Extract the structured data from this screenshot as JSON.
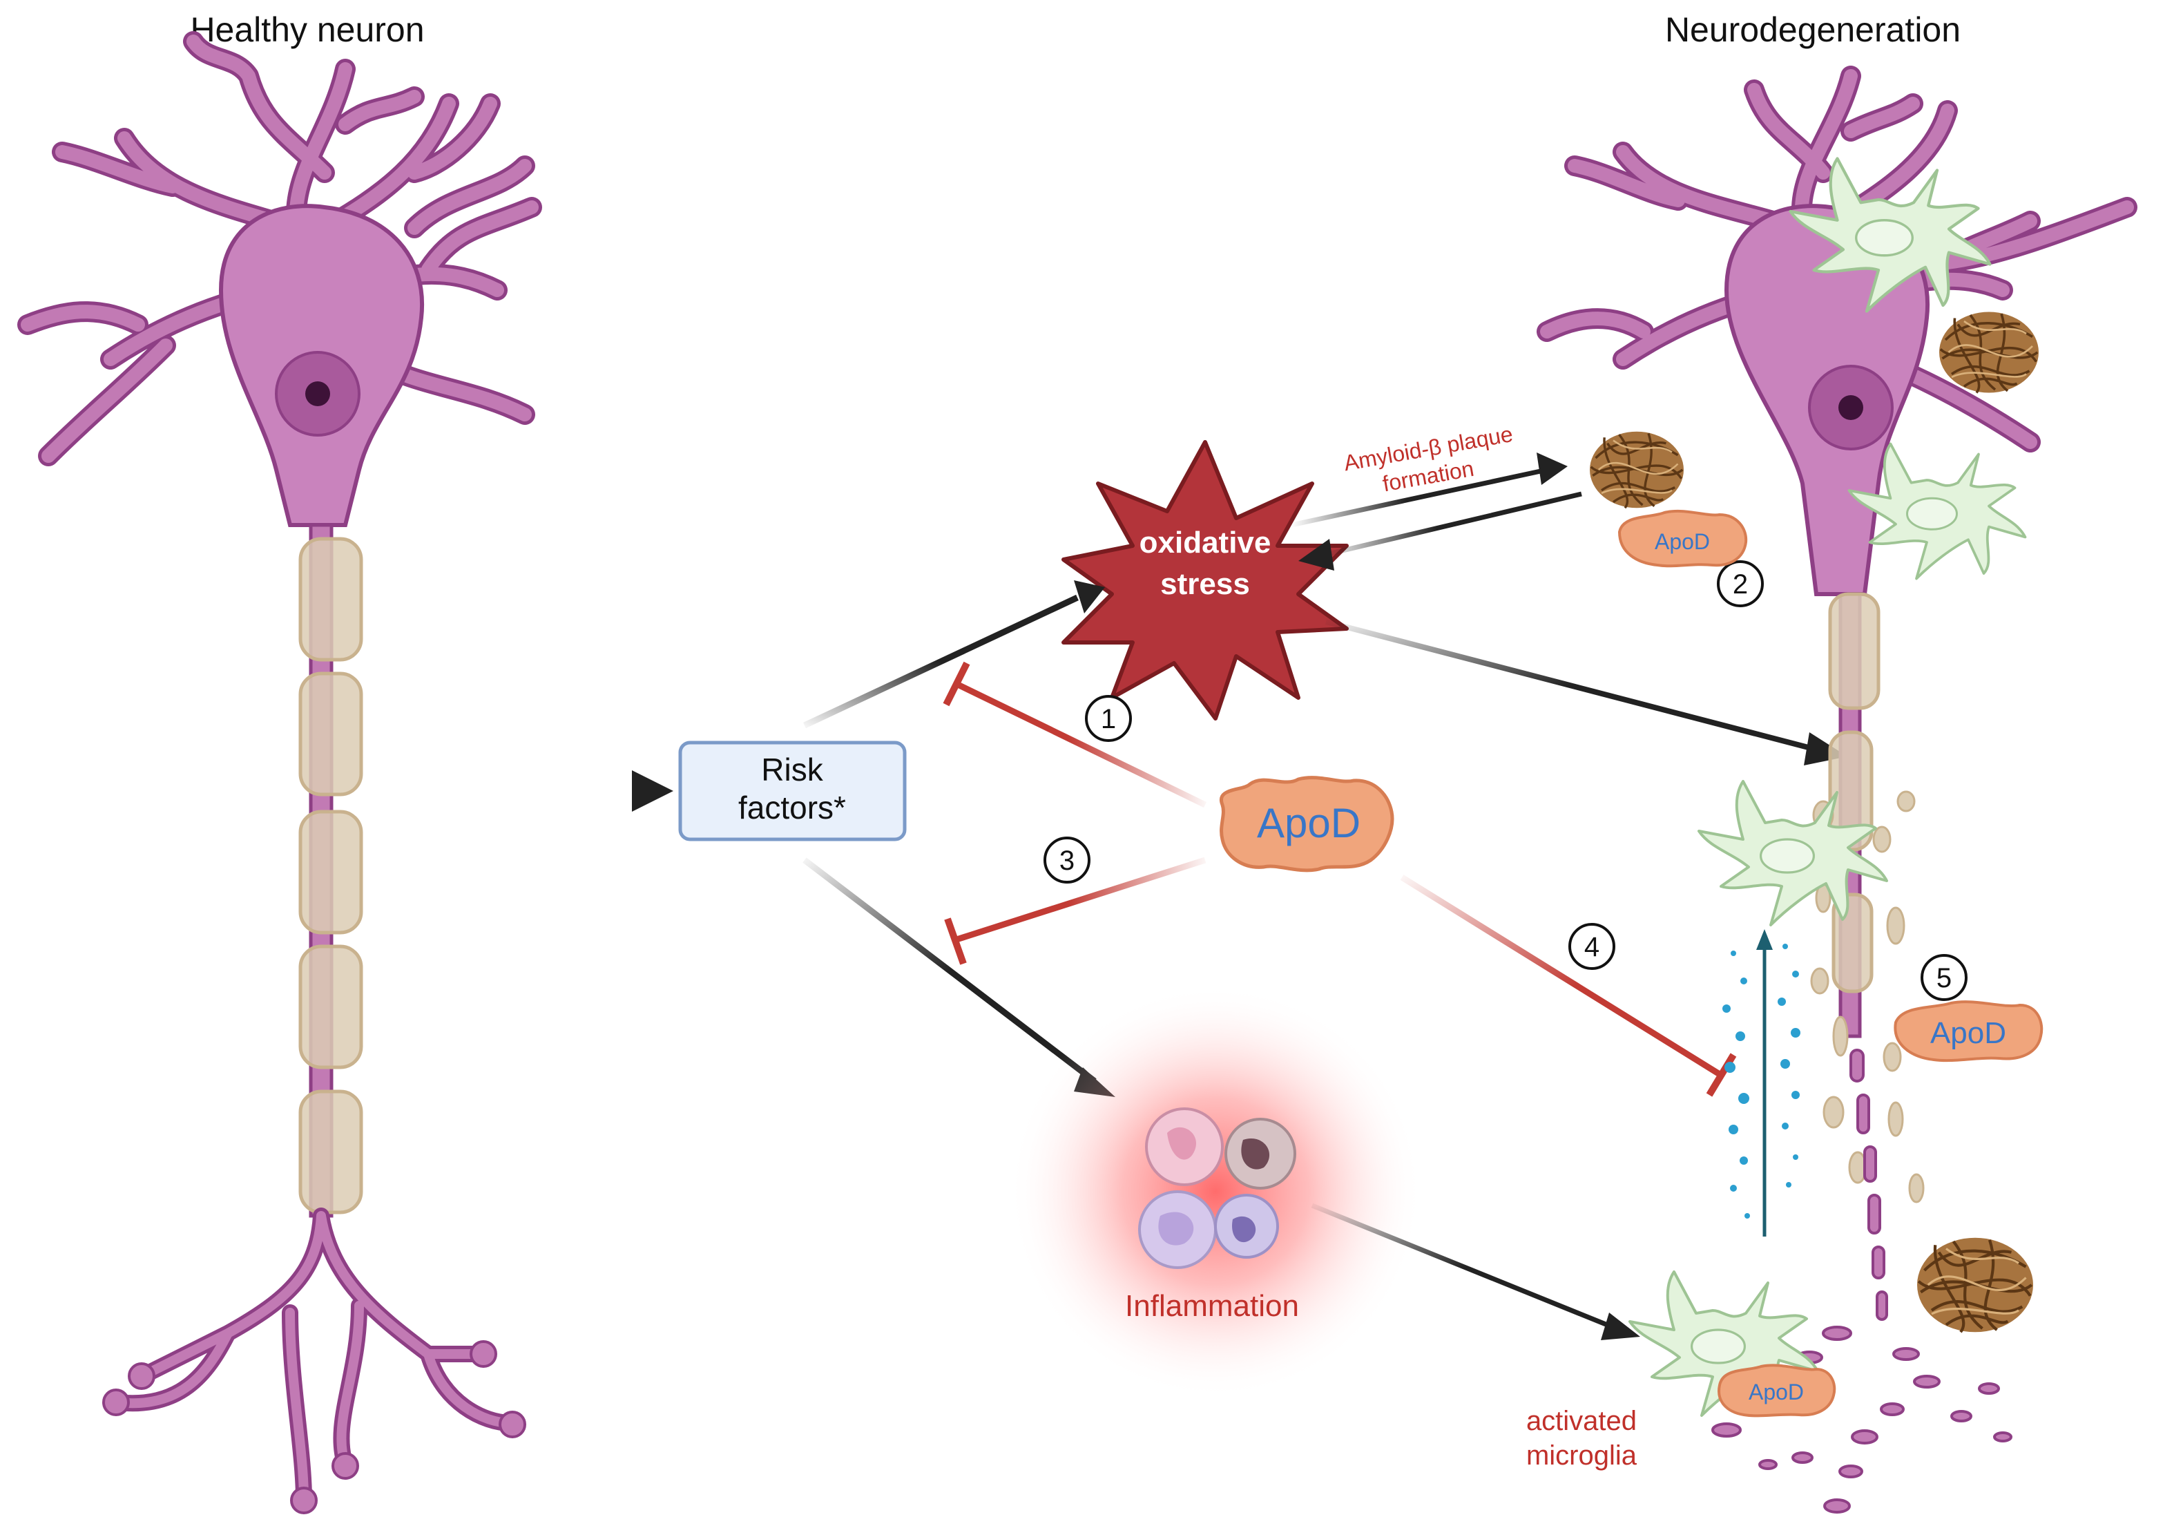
{
  "titles": {
    "left": "Healthy neuron",
    "right": "Neurodegeneration"
  },
  "labels": {
    "risk_line1": "Risk",
    "risk_line2": "factors*",
    "stress_line1": "oxidative",
    "stress_line2": "stress",
    "amyloid_line1": "Amyloid-β plaque",
    "amyloid_line2": "formation",
    "apod": "ApoD",
    "inflammation": "Inflammation",
    "microglia_line1": "activated",
    "microglia_line2": "microglia"
  },
  "steps": [
    "1",
    "2",
    "3",
    "4",
    "5"
  ],
  "colors": {
    "neuron": "#c27ab4",
    "neuron_stroke": "#8e3f85",
    "soma_center": "#9a4e8f",
    "myelin": "#dccdb4",
    "glia": "#e3f3dc",
    "glia_stroke": "#9ec494",
    "plaque": "#8a5a2c",
    "apod": "#f0a57c",
    "apod_text": "#3876c8",
    "inhibit": "#c23b34",
    "arrow": "#222222",
    "risk_box": "#e8f0fb",
    "risk_border": "#7b9ac8",
    "stress": "#b3343a",
    "label_red": "#c0302a",
    "ros_dots": "#2b9fd0"
  },
  "icons": [
    "healthy-neuron-icon",
    "degenerating-neuron-icon",
    "microglia-icon",
    "amyloid-plaque-icon",
    "immune-cells-icon",
    "oxidative-stress-burst-icon"
  ]
}
